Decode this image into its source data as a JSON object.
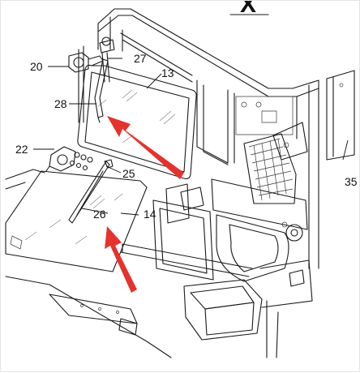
{
  "diagram": {
    "view_label": "X",
    "callouts": {
      "c20": "20",
      "c27": "27",
      "c13": "13",
      "c28": "28",
      "c22": "22",
      "c25": "25",
      "c26": "26",
      "c14": "14",
      "c35": "35"
    },
    "arrow_color": "#e5322d"
  }
}
